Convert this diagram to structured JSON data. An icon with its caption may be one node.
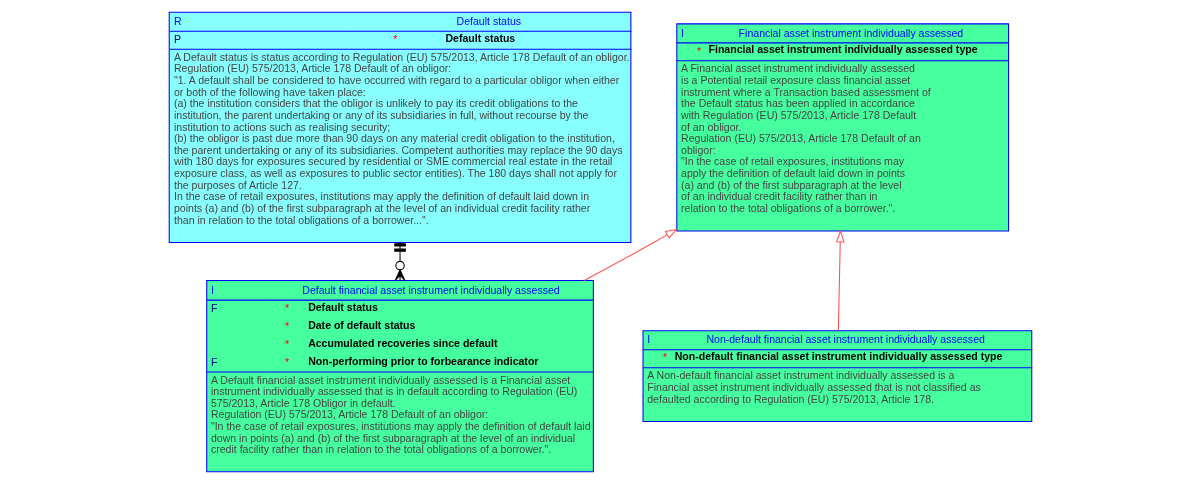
{
  "diagram": {
    "nodes": [
      {
        "text": [
          "R",
          "Default status",
          "P",
          "*",
          "Default status",
          "A Default status is status according to Regulation (EU) 575/2013, Article 178 Default of an obligor.",
          "Regulation (EU) 575/2013, Article 178 Default of an obligor:",
          "\"1. A default shall be considered to have occurred with regard to a particular obligor when either or both of the following have taken place:",
          "(a) the institution considers that the obligor is unlikely to pay its credit obligations to the institution, the parent undertaking or any of its subsidiaries in full, without recourse by the institution to actions such as realising security;",
          "(b) the obligor is past due more than 90 days on any material credit obligation to the institution, the parent undertaking or any of its subsidiaries. Competent authorities may replace the 90 days with 180 days for exposures secured by residential or SME commercial real estate in the retail exposure class, as well as exposures to public sector entities). The 180 days shall not apply for the purposes of Article 127.",
          "In the case of retail exposures, institutions may apply the definition of default laid down in points (a) and (b) of the first subparagraph at the level of an individual credit facility rather than in relation to the total obligations of a borrower...\"."
        ]
      },
      {
        "text": [
          "I",
          "Financial asset instrument individually assessed",
          "*",
          "Financial asset instrument individually assessed type",
          "A Financial asset instrument individually assessed is a Potential retail exposure class financial asset instrument where a Transaction based assessment of the Default status has been applied in accordance with Regulation (EU) 575/2013, Article 178 Default of an obligor.",
          "Regulation (EU) 575/2013, Article 178 Default of an obligor:",
          "\"In the case of retail exposures, institutions may apply the definition of default laid down in points (a) and (b) of the first subparagraph at the level of an individual credit facility rather than in relation to the total obligations of a borrower.\"."
        ]
      },
      {
        "text": [
          "I",
          "Default financial asset instrument individually assessed",
          "F",
          "*",
          "Default status",
          "*",
          "Date of default status",
          "*",
          "Accumulated recoveries since default",
          "F",
          "*",
          "Non-performing prior to forbearance indicator",
          "A Default financial asset instrument individually assessed is a Financial asset instrument individually assessed that is in default according to Regulation (EU) 575/2013, Article 178 Obligor in default.",
          "Regulation (EU) 575/2013, Article 178 Default of an obligor:",
          "\"In the case of retail exposures, institutions may apply the definition of default laid down in points (a) and (b) of the first subparagraph at the level of an individual credit facility rather than in relation to the total obligations of a borrower.\"."
        ]
      },
      {
        "text": [
          "I",
          "Non-default financial asset instrument individually assessed",
          "*",
          "Non-default financial asset instrument individually assessed type",
          "A Non-default financial asset instrument individually assessed is a Financial asset instrument individually assessed that is not classified as defaulted according to Regulation (EU) 575/2013, Article 178."
        ]
      }
    ],
    "edges": [
      {
        "from": 0,
        "to": 2,
        "arrow": "other",
        "color": "#000000"
      },
      {
        "from": 2,
        "to": 1,
        "arrow": "to"
      },
      {
        "from": 3,
        "to": 1,
        "arrow": "to"
      }
    ]
  }
}
